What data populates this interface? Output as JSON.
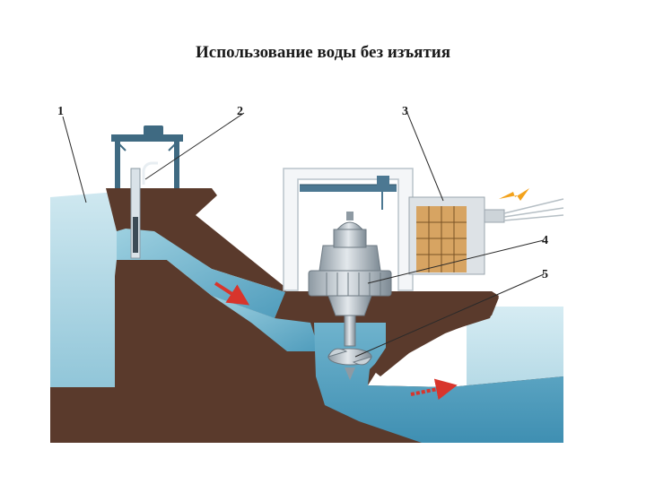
{
  "title": "Использование воды без изъятия",
  "labels": {
    "l1": "1",
    "l2": "2",
    "l3": "3",
    "l4": "4",
    "l5": "5"
  },
  "colors": {
    "earth": "#5a3a2c",
    "water_light": "#bfe0ea",
    "water_mid": "#8cc3d6",
    "water_deep": "#5ea7c4",
    "steel": "#c3ccd2",
    "arrow": "#d8352c",
    "lightning": "#f3a21b"
  }
}
